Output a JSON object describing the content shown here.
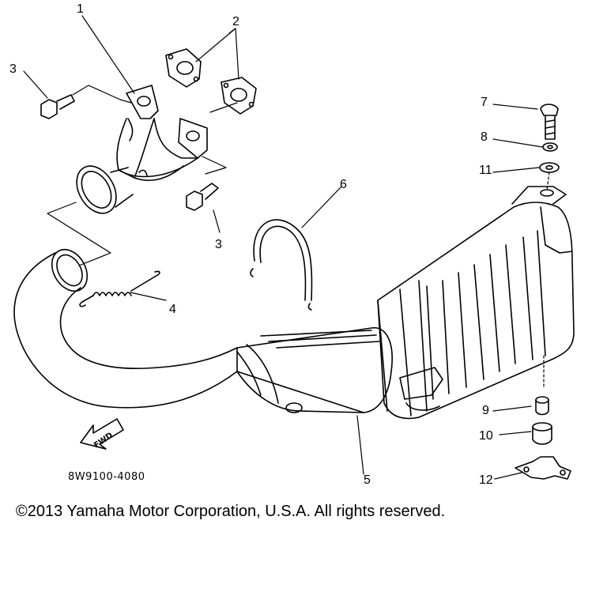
{
  "callouts": [
    {
      "id": "c1",
      "text": "1"
    },
    {
      "id": "c2",
      "text": "2"
    },
    {
      "id": "c3a",
      "text": "3"
    },
    {
      "id": "c3b",
      "text": "3"
    },
    {
      "id": "c4",
      "text": "4"
    },
    {
      "id": "c5",
      "text": "5"
    },
    {
      "id": "c6",
      "text": "6"
    },
    {
      "id": "c7",
      "text": "7"
    },
    {
      "id": "c8",
      "text": "8"
    },
    {
      "id": "c9",
      "text": "9"
    },
    {
      "id": "c10",
      "text": "10"
    },
    {
      "id": "c11",
      "text": "11"
    },
    {
      "id": "c12",
      "text": "12"
    }
  ],
  "diagram_code": "8W9100-4080",
  "fwd_label": "FWD",
  "copyright": "©2013 Yamaha Motor Corporation, U.S.A. All rights reserved.",
  "colors": {
    "line": "#000000",
    "background": "#ffffff"
  }
}
